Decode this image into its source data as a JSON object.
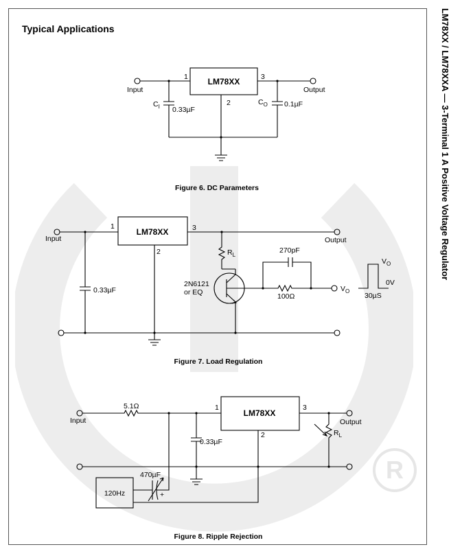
{
  "section_title": "Typical Applications",
  "side_title": "LM78XX / LM78XXA — 3-Terminal 1 A Positive Voltage Regulator",
  "fig6": {
    "caption": "Figure 6. DC Parameters",
    "chip": "LM78XX",
    "pin1": "1",
    "pin2": "2",
    "pin3": "3",
    "input": "Input",
    "output": "Output",
    "ci_label": "C",
    "ci_sub": "I",
    "ci_value": "0.33µF",
    "co_label": "C",
    "co_sub": "O",
    "co_value": "0.1µF"
  },
  "fig7": {
    "caption": "Figure 7. Load Regulation",
    "chip": "LM78XX",
    "pin1": "1",
    "pin2": "2",
    "pin3": "3",
    "input": "Input",
    "output": "Output",
    "cap_in": "0.33µF",
    "rl_label": "R",
    "rl_sub": "L",
    "cap_fb": "270pF",
    "res_fb": "100Ω",
    "transistor_line1": "2N6121",
    "transistor_line2": "or EQ",
    "vo_label": "V",
    "vo_sub": "O",
    "pulse_vo": "V",
    "pulse_vo_sub": "O",
    "pulse_0v": "0V",
    "pulse_width": "30µS"
  },
  "fig8": {
    "caption": "Figure 8. Ripple Rejection",
    "chip": "LM78XX",
    "pin1": "1",
    "pin2": "2",
    "pin3": "3",
    "input": "Input",
    "output": "Output",
    "res_in": "5.1Ω",
    "cap_in": "0.33µF",
    "rl_label": "R",
    "rl_sub": "L",
    "cap_elec": "470µF",
    "cap_plus": "+",
    "source": "120Hz"
  },
  "watermark": {
    "color": "#ededed"
  }
}
